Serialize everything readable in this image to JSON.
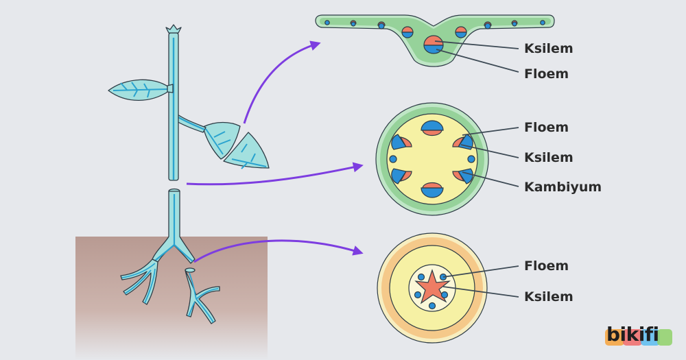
{
  "labels": {
    "leaf_xylem": "Ksilem",
    "leaf_phloem": "Floem",
    "stem_phloem": "Floem",
    "stem_xylem": "Ksilem",
    "stem_cambium": "Kambiyum",
    "root_phloem": "Floem",
    "root_xylem": "Ksilem"
  },
  "brand": {
    "name": "bikifi"
  },
  "colors": {
    "background": "#e6e8ec",
    "plant_fill": "#a3e0df",
    "vein": "#2aa3cf",
    "leaf_tissue": "#9fd49b",
    "pith": "#f6f1a4",
    "xylem": "#ee7d64",
    "phloem": "#2b8fd6",
    "arrow": "#7d3de0",
    "soil": "#c4a69c"
  }
}
